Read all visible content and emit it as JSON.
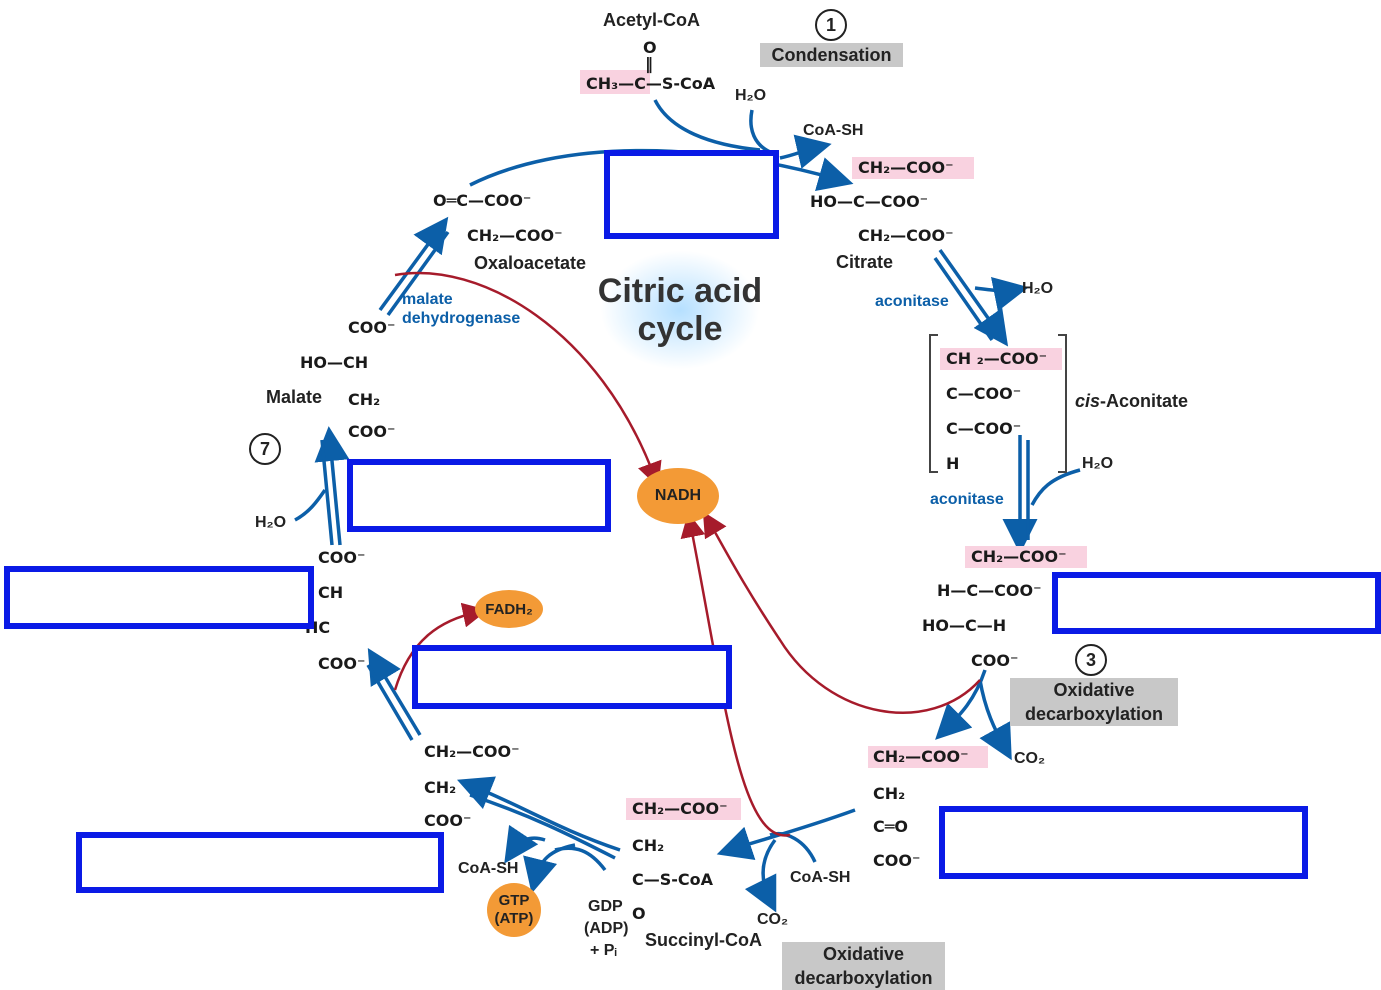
{
  "title": {
    "line1": "Citric acid",
    "line2": "cycle"
  },
  "steps": {
    "condensation": {
      "num": "1",
      "label": "Condensation"
    },
    "oxidative3": {
      "num": "3",
      "label_line1": "Oxidative",
      "label_line2": "decarboxylation"
    },
    "oxidative4": {
      "label_line1": "Oxidative",
      "label_line2": "decarboxylation"
    },
    "step7": {
      "num": "7"
    }
  },
  "molecules": {
    "acetyl_coa": {
      "name": "Acetyl-CoA",
      "o": "O",
      "double": "‖",
      "formula": "CH₃—C—S-CoA"
    },
    "citrate": {
      "name": "Citrate",
      "l1": "CH₂—COO⁻",
      "l2": "HO—C—COO⁻",
      "l3": "CH₂—COO⁻"
    },
    "cis_aconitate": {
      "name_italic": "cis",
      "name_rest": "-Aconitate",
      "l1": "CH ₂—COO⁻",
      "l2": "C—COO⁻",
      "l3": "C—COO⁻",
      "l4": "H"
    },
    "isocitrate": {
      "l1": "CH₂—COO⁻",
      "l2": "H—C—COO⁻",
      "l3": "HO—C—H",
      "l4": "COO⁻"
    },
    "alpha_kg": {
      "l1": "CH₂—COO⁻",
      "l2": "CH₂",
      "l3": "C═O",
      "l4": "COO⁻"
    },
    "succinyl_coa": {
      "name": "Succinyl-CoA",
      "l1": "CH₂—COO⁻",
      "l2": "CH₂",
      "l3": "C—S-CoA",
      "l4": "O"
    },
    "succinate": {
      "l1": "CH₂—COO⁻",
      "l2": "CH₂",
      "l3": "COO⁻"
    },
    "fumarate": {
      "l1": "COO⁻",
      "l2": "CH",
      "l3": "HC",
      "l4": "COO⁻"
    },
    "malate": {
      "name": "Malate",
      "l1": "COO⁻",
      "l2": "HO—CH",
      "l3": "CH₂",
      "l4": "COO⁻"
    },
    "oxaloacetate": {
      "name": "Oxaloacetate",
      "l1": "O═C—COO⁻",
      "l2": "CH₂—COO⁻"
    }
  },
  "enzymes": {
    "aconitase1": "aconitase",
    "aconitase2": "aconitase",
    "malate_dh_1": "malate",
    "malate_dh_2": "dehydrogenase"
  },
  "small_molecules": {
    "h2o_1": "H₂O",
    "coash_1": "CoA-SH",
    "h2o_2": "H₂O",
    "h2o_3": "H₂O",
    "co2_1": "CO₂",
    "coash_2": "CoA-SH",
    "co2_2": "CO₂",
    "coash_3": "CoA-SH",
    "gdp": "GDP",
    "adp": "(ADP)",
    "pi": "+ Pᵢ",
    "h2o_4": "H₂O"
  },
  "cofactors": {
    "nadh": "NADH",
    "fadh2": "FADH₂",
    "gtp": "GTP",
    "atp": "(ATP)"
  },
  "colors": {
    "arrow_blue": "#0c5fa8",
    "arrow_red": "#a61b2b",
    "oval_orange": "#f39a36",
    "box_blue": "#0a1ae6",
    "highlight_pink": "#f9d2e0",
    "label_gray": "#c8c8c8"
  },
  "answer_boxes": [
    "box-top-center",
    "box-left-upper",
    "box-left",
    "box-center",
    "box-bottom-left",
    "box-right",
    "box-bottom-right"
  ]
}
